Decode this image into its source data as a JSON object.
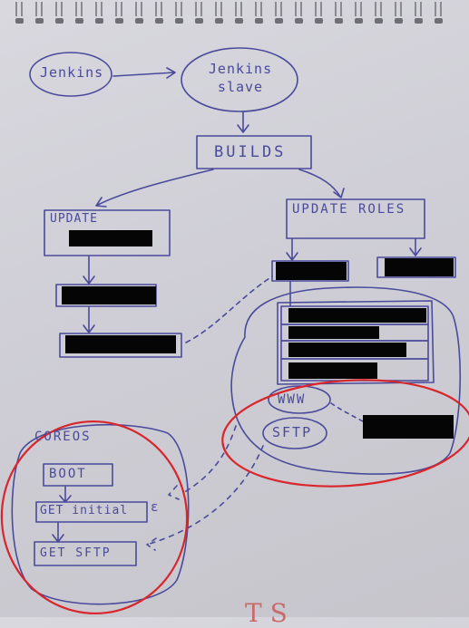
{
  "colors": {
    "paper": "#d6d5dc",
    "ink": "#4a4a9a",
    "red": "#d8262b",
    "redaction": "#050505"
  },
  "nodes": {
    "jenkins": "Jenkins",
    "jenkins_slave": "Jenkins slave",
    "builds": "BUILDS",
    "update": "UPDATE",
    "update_roles": "UPDATE ROLES",
    "www": "WWW",
    "sftp": "SFTP",
    "coreos": "COREOS",
    "boot": "BOOT",
    "get_initial": "GET initial",
    "get_sftp": "GET SFTP"
  },
  "footer_text": "T  S"
}
